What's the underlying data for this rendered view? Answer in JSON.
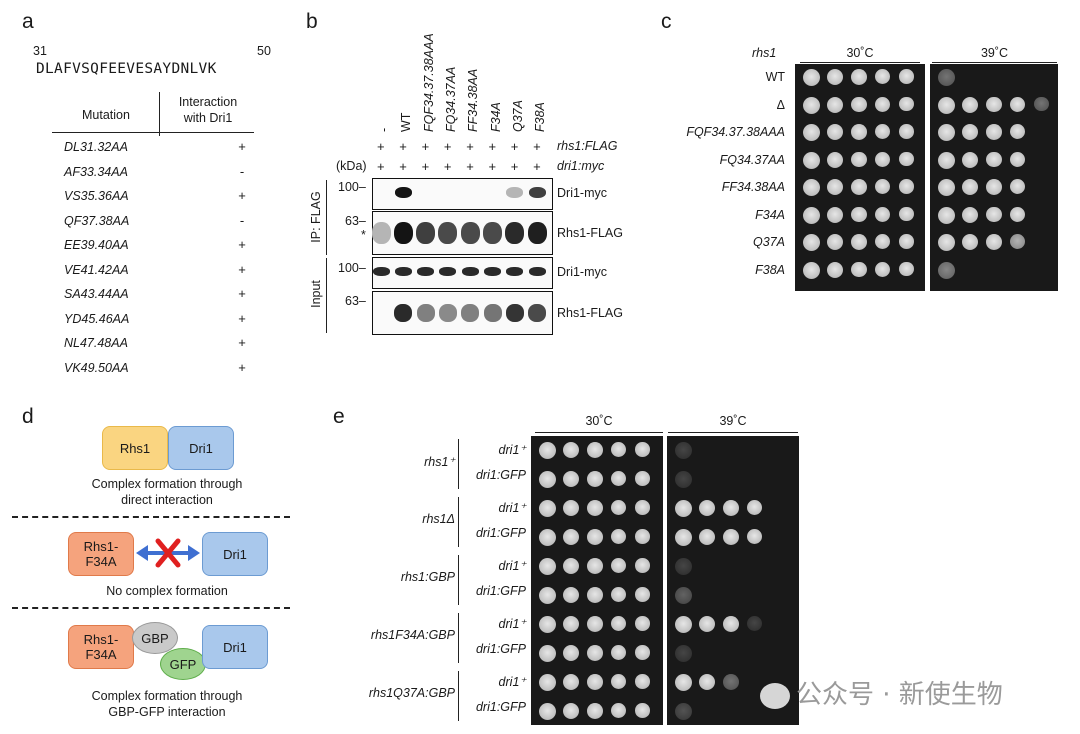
{
  "panel_a": {
    "label": "a",
    "seq_start": "31",
    "seq_end": "50",
    "sequence": "DLAFVSQFEEVESAYDNLVK",
    "col_mutation": "Mutation",
    "col_interaction_1": "Interaction",
    "col_interaction_2": "with Dri1",
    "rows": [
      {
        "mutation": "DL31.32AA",
        "interaction": "+"
      },
      {
        "mutation": "AF33.34AA",
        "interaction": "-"
      },
      {
        "mutation": "VS35.36AA",
        "interaction": "+"
      },
      {
        "mutation": "QF37.38AA",
        "interaction": "-"
      },
      {
        "mutation": "EE39.40AA",
        "interaction": "+"
      },
      {
        "mutation": "VE41.42AA",
        "interaction": "+"
      },
      {
        "mutation": "SA43.44AA",
        "interaction": "+"
      },
      {
        "mutation": "YD45.46AA",
        "interaction": "+"
      },
      {
        "mutation": "NL47.48AA",
        "interaction": "+"
      },
      {
        "mutation": "VK49.50AA",
        "interaction": "+"
      }
    ]
  },
  "panel_b": {
    "label": "b",
    "lanes": [
      "-",
      "WT",
      "FQF34.37.38AAA",
      "FQ34.37AA",
      "FF34.38AA",
      "F34A",
      "Q37A",
      "F38A"
    ],
    "rhs1_label": "rhs1:FLAG",
    "dri1_label": "dri1:myc",
    "kda": "(kDa)",
    "plus": "+",
    "ip_label": "IP: FLAG",
    "input_label": "Input",
    "marker_100": "100",
    "marker_63": "63",
    "asterisk": "*",
    "band_dri1": "Dri1-myc",
    "band_rhs1": "Rhs1-FLAG",
    "ip_dri1_intensity": [
      0.0,
      1.0,
      0.0,
      0.0,
      0.0,
      0.0,
      0.25,
      0.8
    ],
    "ip_rhs1_intensity": [
      0.25,
      1.0,
      0.8,
      0.75,
      0.75,
      0.75,
      0.9,
      0.95
    ],
    "input_dri1_intensity": [
      0.9,
      0.9,
      0.9,
      0.9,
      0.9,
      0.9,
      0.9,
      0.9
    ],
    "input_rhs1_intensity": [
      0.0,
      0.9,
      0.5,
      0.45,
      0.5,
      0.55,
      0.85,
      0.75
    ]
  },
  "panel_c": {
    "label": "c",
    "title_col": "rhs1",
    "temp_30": "30˚C",
    "temp_39": "39˚C",
    "strains": [
      "WT",
      "Δ",
      "FQF34.37.38AAA",
      "FQ34.37AA",
      "FF34.38AA",
      "F34A",
      "Q37A",
      "F38A"
    ],
    "growth_39": [
      0.5,
      4.5,
      4.0,
      4.0,
      4.0,
      4.0,
      3.8,
      0.6
    ]
  },
  "panel_d": {
    "label": "d",
    "rhs1": "Rhs1",
    "dri1": "Dri1",
    "rhs1_f34a_1": "Rhs1-",
    "rhs1_f34a_2": "F34A",
    "gbp": "GBP",
    "gfp": "GFP",
    "caption1_1": "Complex formation through",
    "caption1_2": "direct interaction",
    "caption2": "No complex formation",
    "caption3_1": "Complex formation through",
    "caption3_2": "GBP-GFP interaction",
    "colors": {
      "rhs1": "#fad581",
      "dri1": "#a9c8ec",
      "f34a": "#f5a37d",
      "gbp": "#c9c9c9",
      "gfp": "#9fd48f",
      "cross": "#e02020",
      "arrow": "#3f6fd1"
    }
  },
  "panel_e": {
    "label": "e",
    "temp_30": "30˚C",
    "temp_39": "39˚C",
    "groups": [
      {
        "strain": "rhs1⁺",
        "rows": [
          "dri1⁺",
          "dri1:GFP"
        ]
      },
      {
        "strain": "rhs1Δ",
        "rows": [
          "dri1⁺",
          "dri1:GFP"
        ]
      },
      {
        "strain": "rhs1:GBP",
        "rows": [
          "dri1⁺",
          "dri1:GFP"
        ]
      },
      {
        "strain": "rhs1F34A:GBP",
        "rows": [
          "dri1⁺",
          "dri1:GFP"
        ]
      },
      {
        "strain": "rhs1Q37A:GBP",
        "rows": [
          "dri1⁺",
          "dri1:GFP"
        ]
      }
    ],
    "growth_39": [
      0.2,
      0.2,
      4.0,
      4.0,
      0.2,
      0.4,
      3.2,
      0.2,
      2.5,
      0.3
    ]
  },
  "watermark": "公众号 · 新使生物"
}
